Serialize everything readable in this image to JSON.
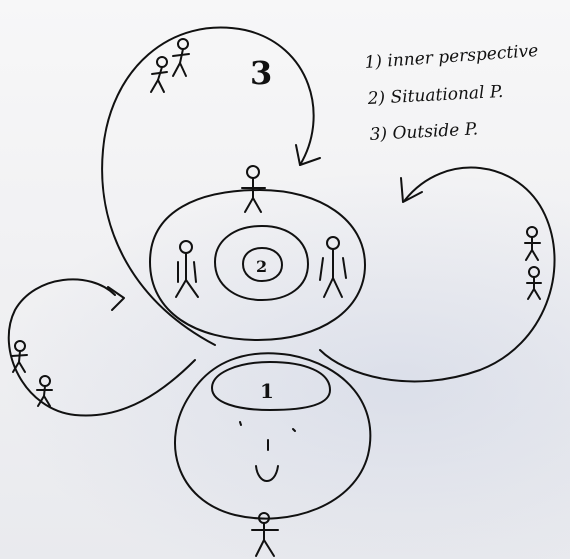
{
  "legend": {
    "line1": "1) inner perspective",
    "line2": "2) Situational P.",
    "line3": "3) Outside P."
  },
  "circle_labels": {
    "inner": "1",
    "middle": "2",
    "outside": "3"
  }
}
